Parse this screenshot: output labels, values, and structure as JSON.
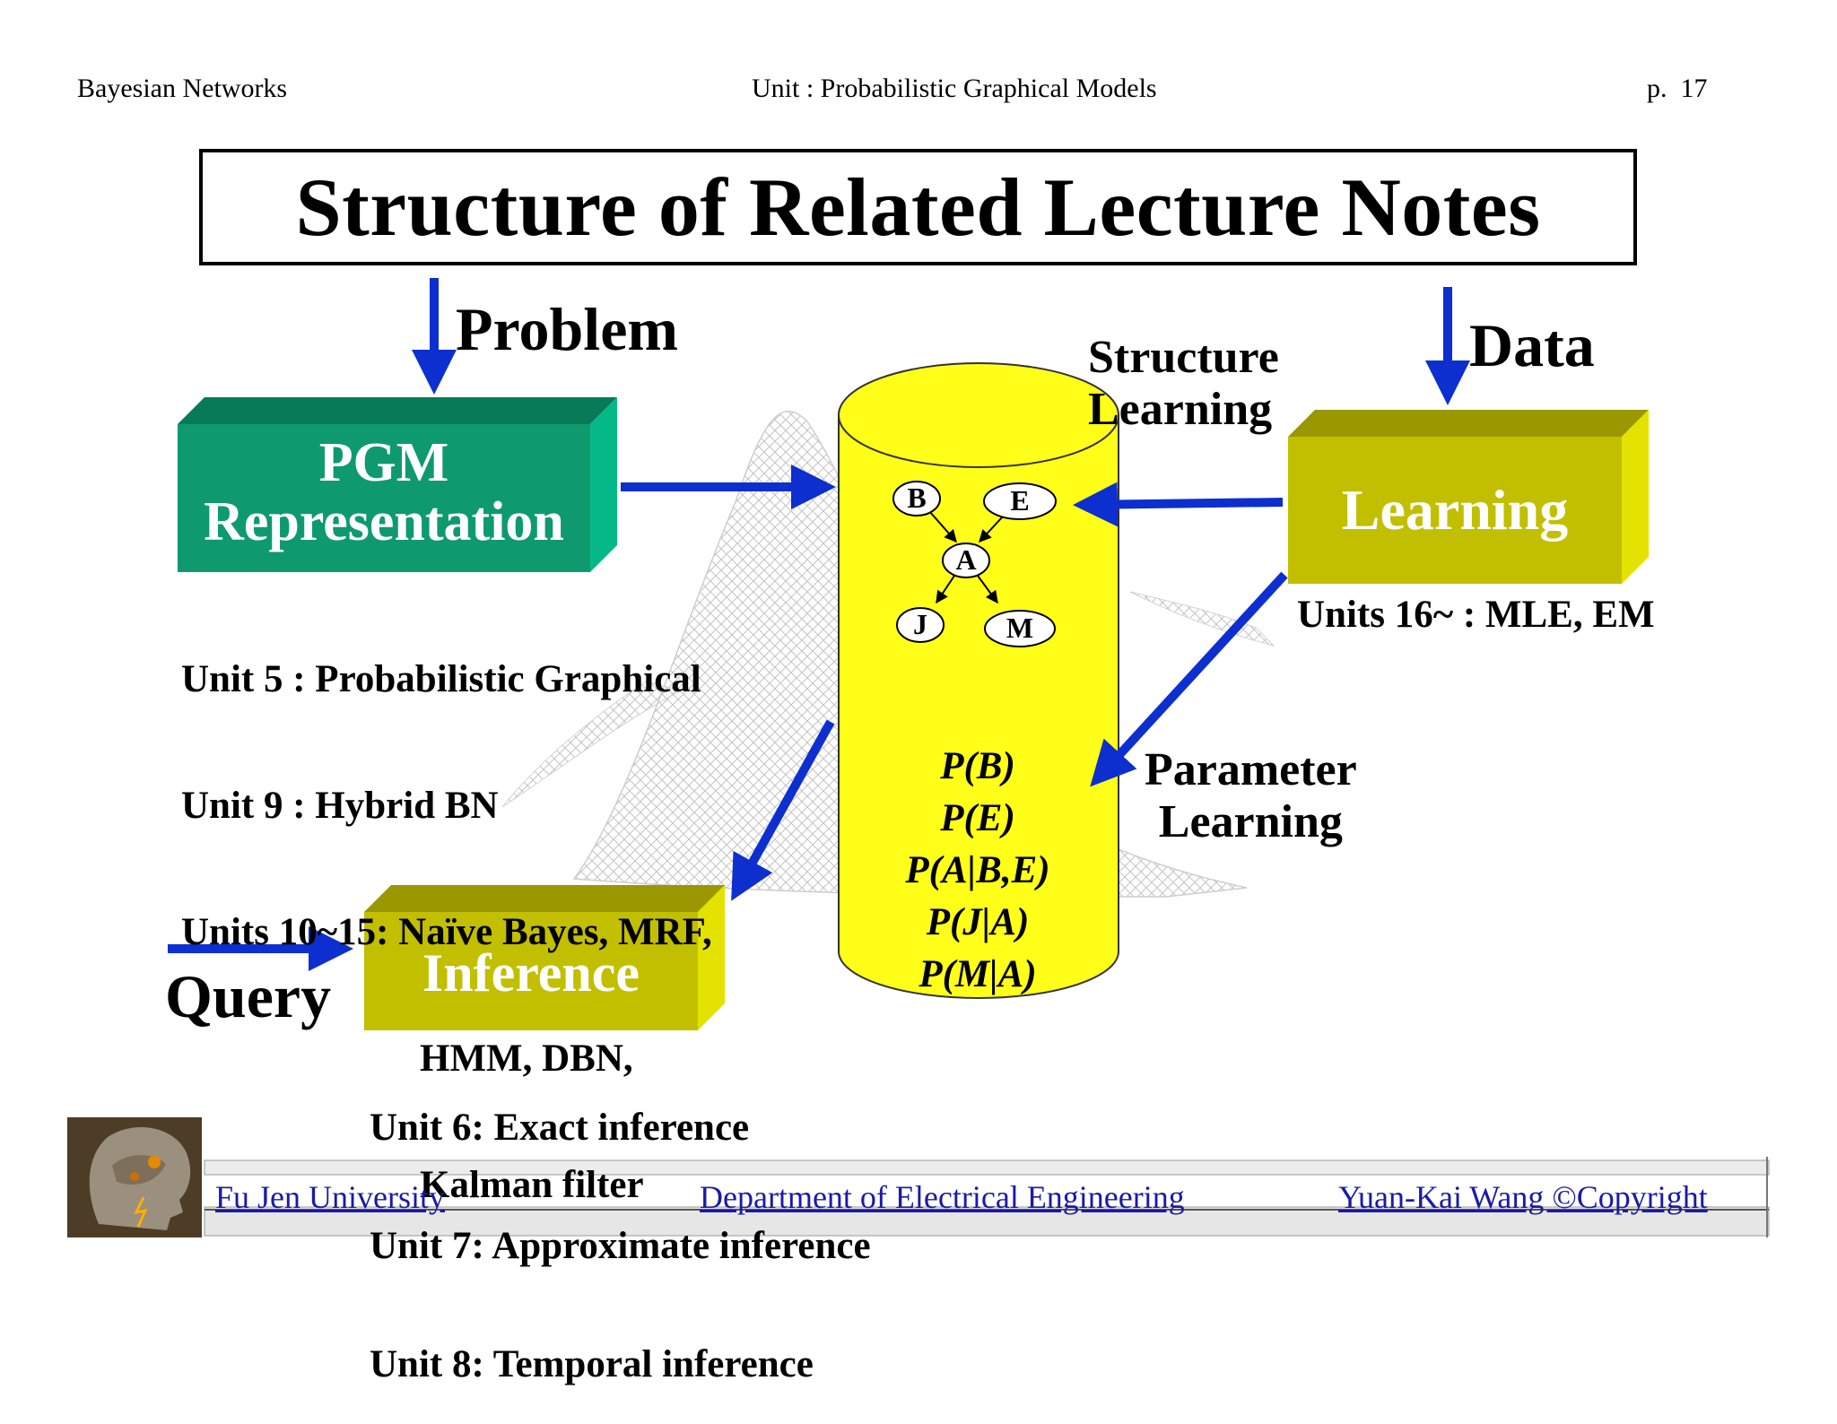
{
  "header": {
    "left": "Bayesian Networks",
    "center": "Unit : Probabilistic Graphical Models",
    "page": "p.  17"
  },
  "title": "Structure of Related Lecture Notes",
  "labels": {
    "problem": "Problem",
    "data": "Data",
    "query": "Query",
    "structure_learning_1": "Structure",
    "structure_learning_2": "Learning",
    "parameter_learning_1": "Parameter",
    "parameter_learning_2": "Learning"
  },
  "boxes": {
    "pgm_line1": "PGM",
    "pgm_line2": "Representation",
    "learning": "Learning",
    "inference": "Inference"
  },
  "pgm_units": [
    "Unit 5 : Probabilistic Graphical",
    "Unit 9 : Hybrid BN",
    "Units 10~15: Naïve Bayes, MRF,",
    "HMM, DBN,",
    "Kalman filter"
  ],
  "learning_units": "Units 16~ : MLE, EM",
  "inference_units": [
    "Unit 6: Exact inference",
    "Unit 7: Approximate inference",
    "Unit 8: Temporal inference"
  ],
  "network_nodes": {
    "b": "B",
    "e": "E",
    "a": "A",
    "j": "J",
    "m": "M"
  },
  "formulas": [
    "P(B)",
    "P(E)",
    "P(A|B,E)",
    "P(J|A)",
    "P(M|A)"
  ],
  "footer": {
    "university": "Fu Jen University",
    "department": "Department of Electrical Engineering",
    "copyright": "Yuan-Kai Wang ©Copyright"
  },
  "colors": {
    "arrow": "#0d2fd0",
    "pgm_box": "#0f9a6e",
    "learning_box": "#c2bf00",
    "cylinder": "#ffff19",
    "link": "#1a1aa8"
  }
}
